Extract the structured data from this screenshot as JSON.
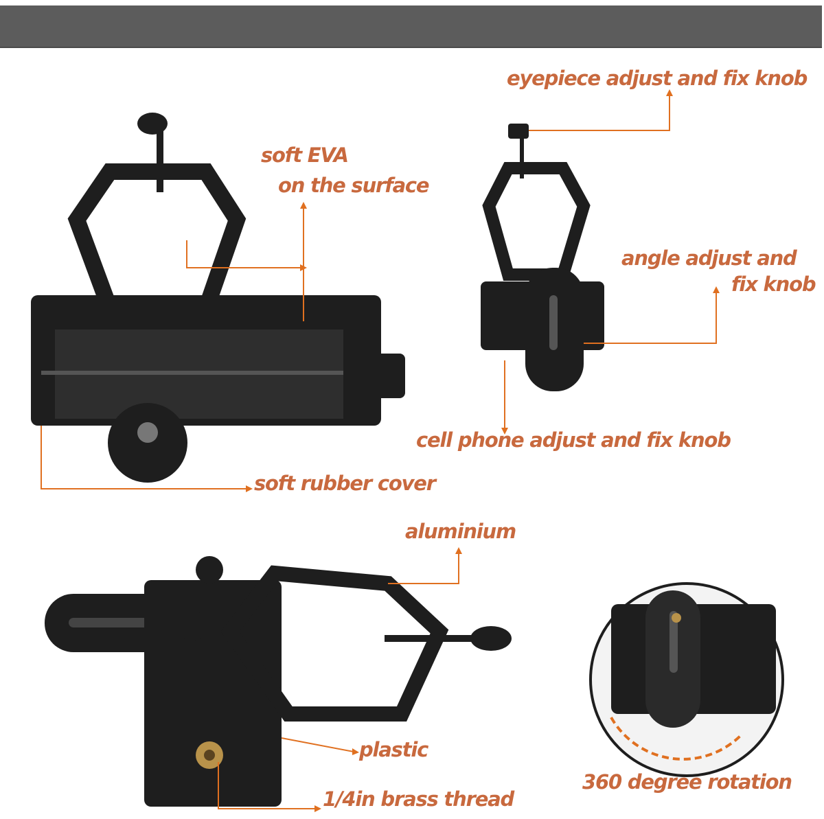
{
  "labels": {
    "eyepiece_knob": "eyepiece adjust and fix knob",
    "soft_eva_line1": "soft EVA",
    "soft_eva_line2": "on the surface",
    "angle_knob_line1": "angle adjust and",
    "angle_knob_line2": "fix knob",
    "cell_phone_knob": "cell phone adjust and  fix knob",
    "soft_rubber_cover": "soft rubber cover",
    "aluminium": "aluminium",
    "plastic": "plastic",
    "brass_thread": "1/4in brass thread",
    "rotation": "360 degree rotation"
  },
  "colors": {
    "label": "#c8693e",
    "leader_line": "#e07020",
    "banner": "#5c5c5c",
    "product": "#1e1e1e"
  }
}
